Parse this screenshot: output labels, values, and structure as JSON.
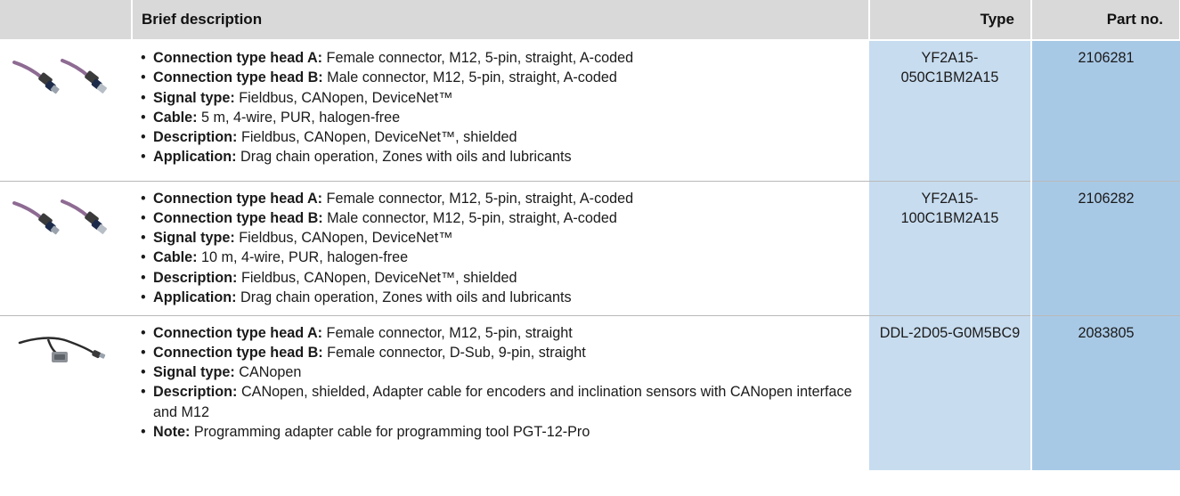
{
  "header": {
    "col_description": "Brief description",
    "col_type": "Type",
    "col_part": "Part no."
  },
  "rows": [
    {
      "items": [
        {
          "key": "Connection type head A:",
          "value": " Female connector, M12, 5-pin, straight, A-coded"
        },
        {
          "key": "Connection type head B:",
          "value": " Male connector, M12, 5-pin, straight, A-coded"
        },
        {
          "key": "Signal type:",
          "value": " Fieldbus, CANopen, DeviceNet™"
        },
        {
          "key": "Cable:",
          "value": " 5 m, 4-wire, PUR, halogen-free"
        },
        {
          "key": "Description:",
          "value": " Fieldbus, CANopen, DeviceNet™, shielded"
        },
        {
          "key": "Application:",
          "value": " Drag chain operation, Zones with oils and lubricants"
        }
      ],
      "type_line1": "YF2A15-",
      "type_line2": "050C1BM2A15",
      "part_no": "2106281"
    },
    {
      "items": [
        {
          "key": "Connection type head A:",
          "value": " Female connector, M12, 5-pin, straight, A-coded"
        },
        {
          "key": "Connection type head B:",
          "value": " Male connector, M12, 5-pin, straight, A-coded"
        },
        {
          "key": "Signal type:",
          "value": " Fieldbus, CANopen, DeviceNet™"
        },
        {
          "key": "Cable:",
          "value": " 10 m, 4-wire, PUR, halogen-free"
        },
        {
          "key": "Description:",
          "value": " Fieldbus, CANopen, DeviceNet™, shielded"
        },
        {
          "key": "Application:",
          "value": " Drag chain operation, Zones with oils and lubricants"
        }
      ],
      "type_line1": "YF2A15-",
      "type_line2": "100C1BM2A15",
      "part_no": "2106282"
    },
    {
      "items": [
        {
          "key": "Connection type head A:",
          "value": " Female connector, M12, 5-pin, straight"
        },
        {
          "key": "Connection type head B:",
          "value": " Female connector, D-Sub, 9-pin, straight"
        },
        {
          "key": "Signal type:",
          "value": " CANopen"
        },
        {
          "key": "Description:",
          "value": " CANopen, shielded, Adapter cable for encoders and inclination sensors with CANopen interface and M12"
        },
        {
          "key": "Note:",
          "value": " Programming adapter cable for programming tool PGT-12-Pro"
        }
      ],
      "type_line1": "DDL-2D05-G0M5BC9",
      "type_line2": "",
      "part_no": "2083805"
    }
  ],
  "images": [
    {
      "icon": "m12-cable-pair-icon"
    },
    {
      "icon": "m12-cable-pair-icon"
    },
    {
      "icon": "dsub-adapter-cable-icon"
    }
  ],
  "colors": {
    "header_bg": "#d9d9d9",
    "type_bg": "#c7dcef",
    "part_bg": "#a8c9e6",
    "cable_purple": "#8e6b93"
  }
}
